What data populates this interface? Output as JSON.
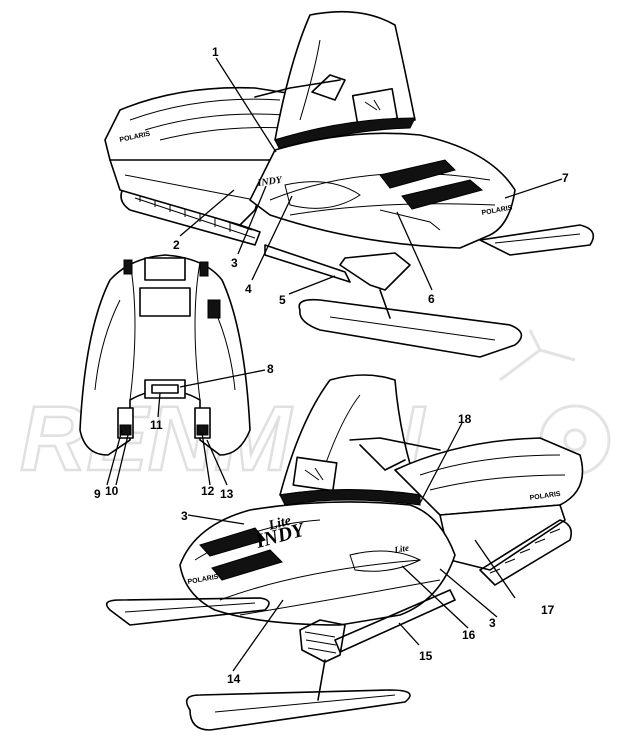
{
  "watermark": {
    "text": "RENMAN"
  },
  "brand_text": "POLARIS",
  "decal_text": {
    "indy": "INDY",
    "model": "Lite"
  },
  "callouts": [
    "1",
    "2",
    "3",
    "4",
    "5",
    "6",
    "7",
    "8",
    "9",
    "10",
    "11",
    "12",
    "13",
    "14",
    "15",
    "16",
    "17",
    "18"
  ],
  "colors": {
    "line": "#000000",
    "background": "#ffffff",
    "watermark": "#e0e0e0"
  }
}
